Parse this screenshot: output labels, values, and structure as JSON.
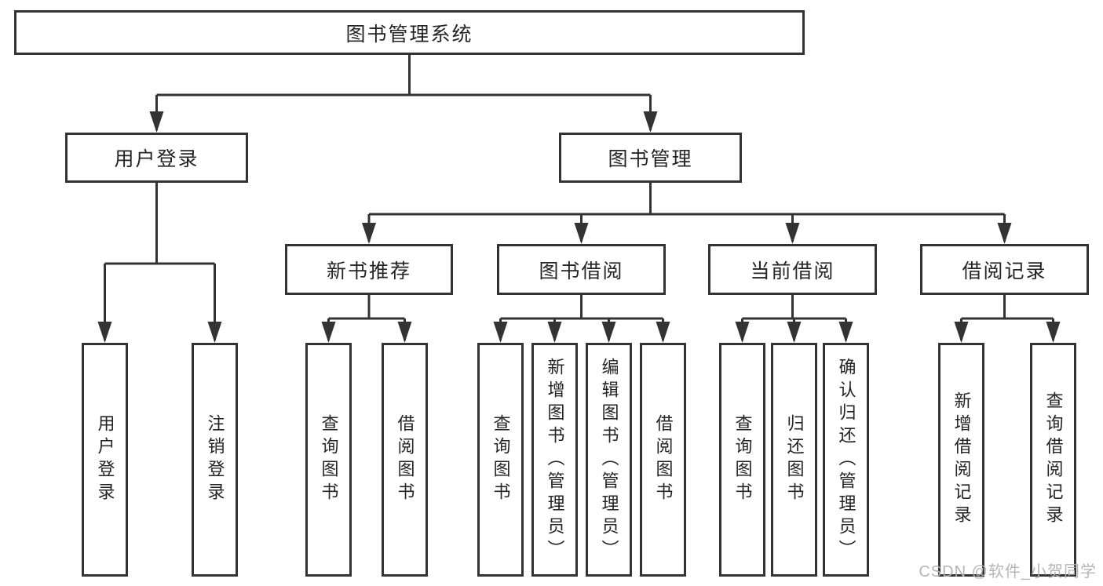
{
  "colors": {
    "line": "#333333",
    "text": "#242424",
    "node_bg": "#ffffff",
    "watermark": "#b2b2b2"
  },
  "diagram": {
    "root_label": "图书管理系统",
    "user_login": {
      "label": "用户登录",
      "children": [
        "用户登录",
        "注销登录"
      ]
    },
    "book_management": {
      "label": "图书管理"
    },
    "new_book_recommend": {
      "label": "新书推荐",
      "children": [
        "查询图书",
        "借阅图书"
      ]
    },
    "book_borrow": {
      "label": "图书借阅",
      "children": [
        "查询图书",
        "新增图书（管理员）",
        "编辑图书（管理员）",
        "借阅图书"
      ]
    },
    "current_borrow": {
      "label": "当前借阅",
      "children": [
        "查询图书",
        "归还图书",
        "确认归还（管理员）"
      ]
    },
    "borrow_records": {
      "label": "借阅记录",
      "children": [
        "新增借阅记录",
        "查询借阅记录"
      ]
    }
  },
  "watermark": {
    "text": "CSDN @软件_小贺同学"
  }
}
